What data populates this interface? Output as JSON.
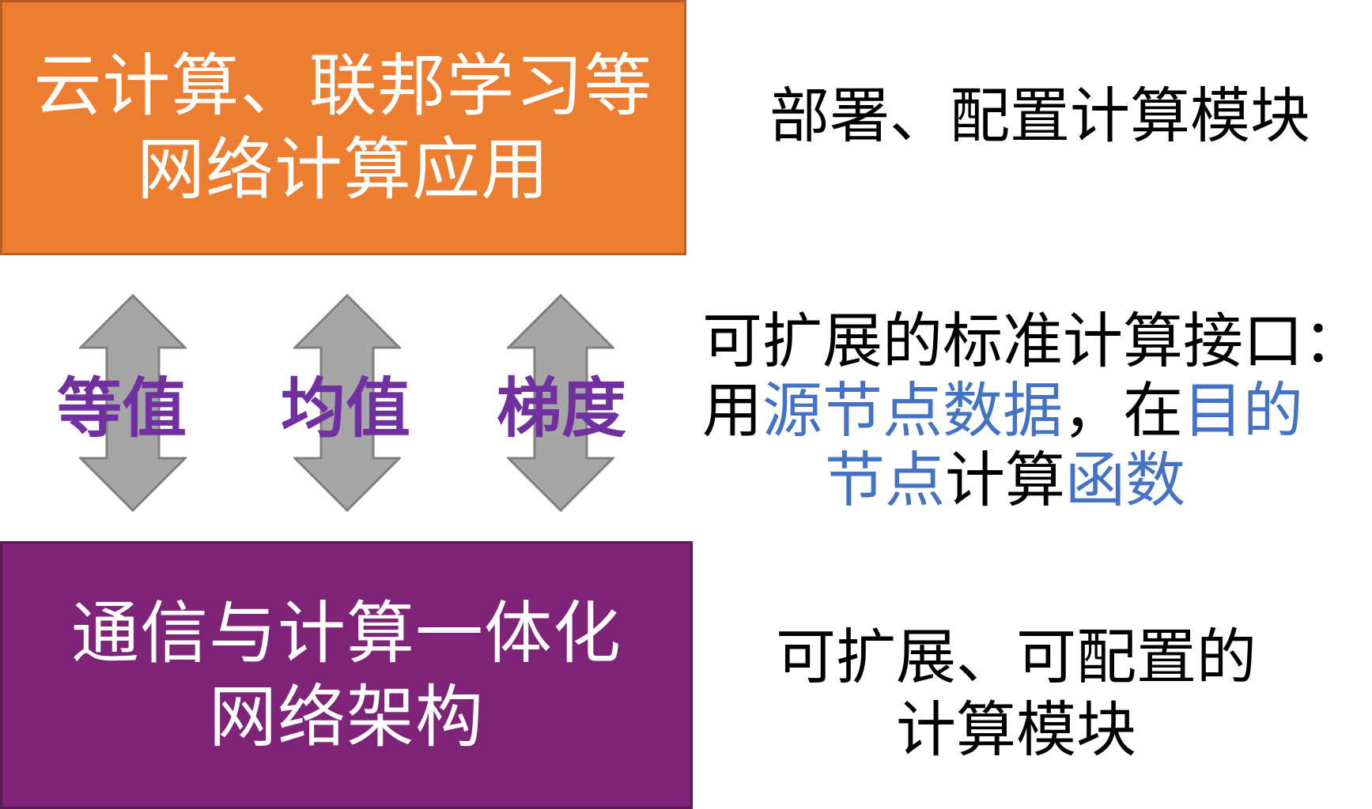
{
  "top_box": {
    "line1": "云计算、联邦学习等",
    "line2": "网络计算应用",
    "color": "#ED7D31"
  },
  "bottom_box": {
    "line1": "通信与计算一体化",
    "line2": "网络架构",
    "color": "#7E2378"
  },
  "arrows": [
    {
      "label": "等值"
    },
    {
      "label": "均值"
    },
    {
      "label": "梯度"
    }
  ],
  "arrow_style": {
    "fill": "#A6A6A6",
    "stroke": "#7F7F7F",
    "label_color": "#7030A0"
  },
  "descriptions": {
    "top": "部署、配置计算模块",
    "middle": {
      "line1": "可扩展的标准计算接口：",
      "line2_part1": "用",
      "line2_part2": "源节点数据",
      "line2_part3": "，在",
      "line2_part4": "目的",
      "line3_part1": "节点",
      "line3_part2": "计算",
      "line3_part3": "函数",
      "highlight_color": "#4472C4"
    },
    "bottom": {
      "line1": "可扩展、可配置的",
      "line2": "计算模块"
    }
  }
}
